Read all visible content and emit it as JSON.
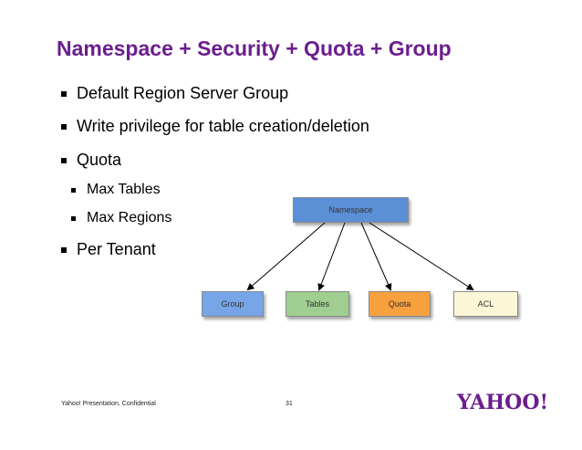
{
  "slide": {
    "title": "Namespace + Security + Quota + Group",
    "bullets": [
      "Default Region Server Group",
      "Write privilege for table creation/deletion",
      "Quota"
    ],
    "sub_bullets": [
      "Max Tables",
      "Max Regions"
    ],
    "last_bullet": "Per Tenant"
  },
  "diagram": {
    "root": {
      "label": "Namespace",
      "color": "#5b8fd6"
    },
    "children": [
      {
        "label": "Group",
        "color": "#76a5e8"
      },
      {
        "label": "Tables",
        "color": "#9fce90"
      },
      {
        "label": "Quota",
        "color": "#f7a03e"
      },
      {
        "label": "ACL",
        "color": "#fbf7d6"
      }
    ]
  },
  "footer": {
    "confidential": "Yahoo! Presentation, Confidential",
    "page_number": "31",
    "logo": "YAHOO!"
  }
}
